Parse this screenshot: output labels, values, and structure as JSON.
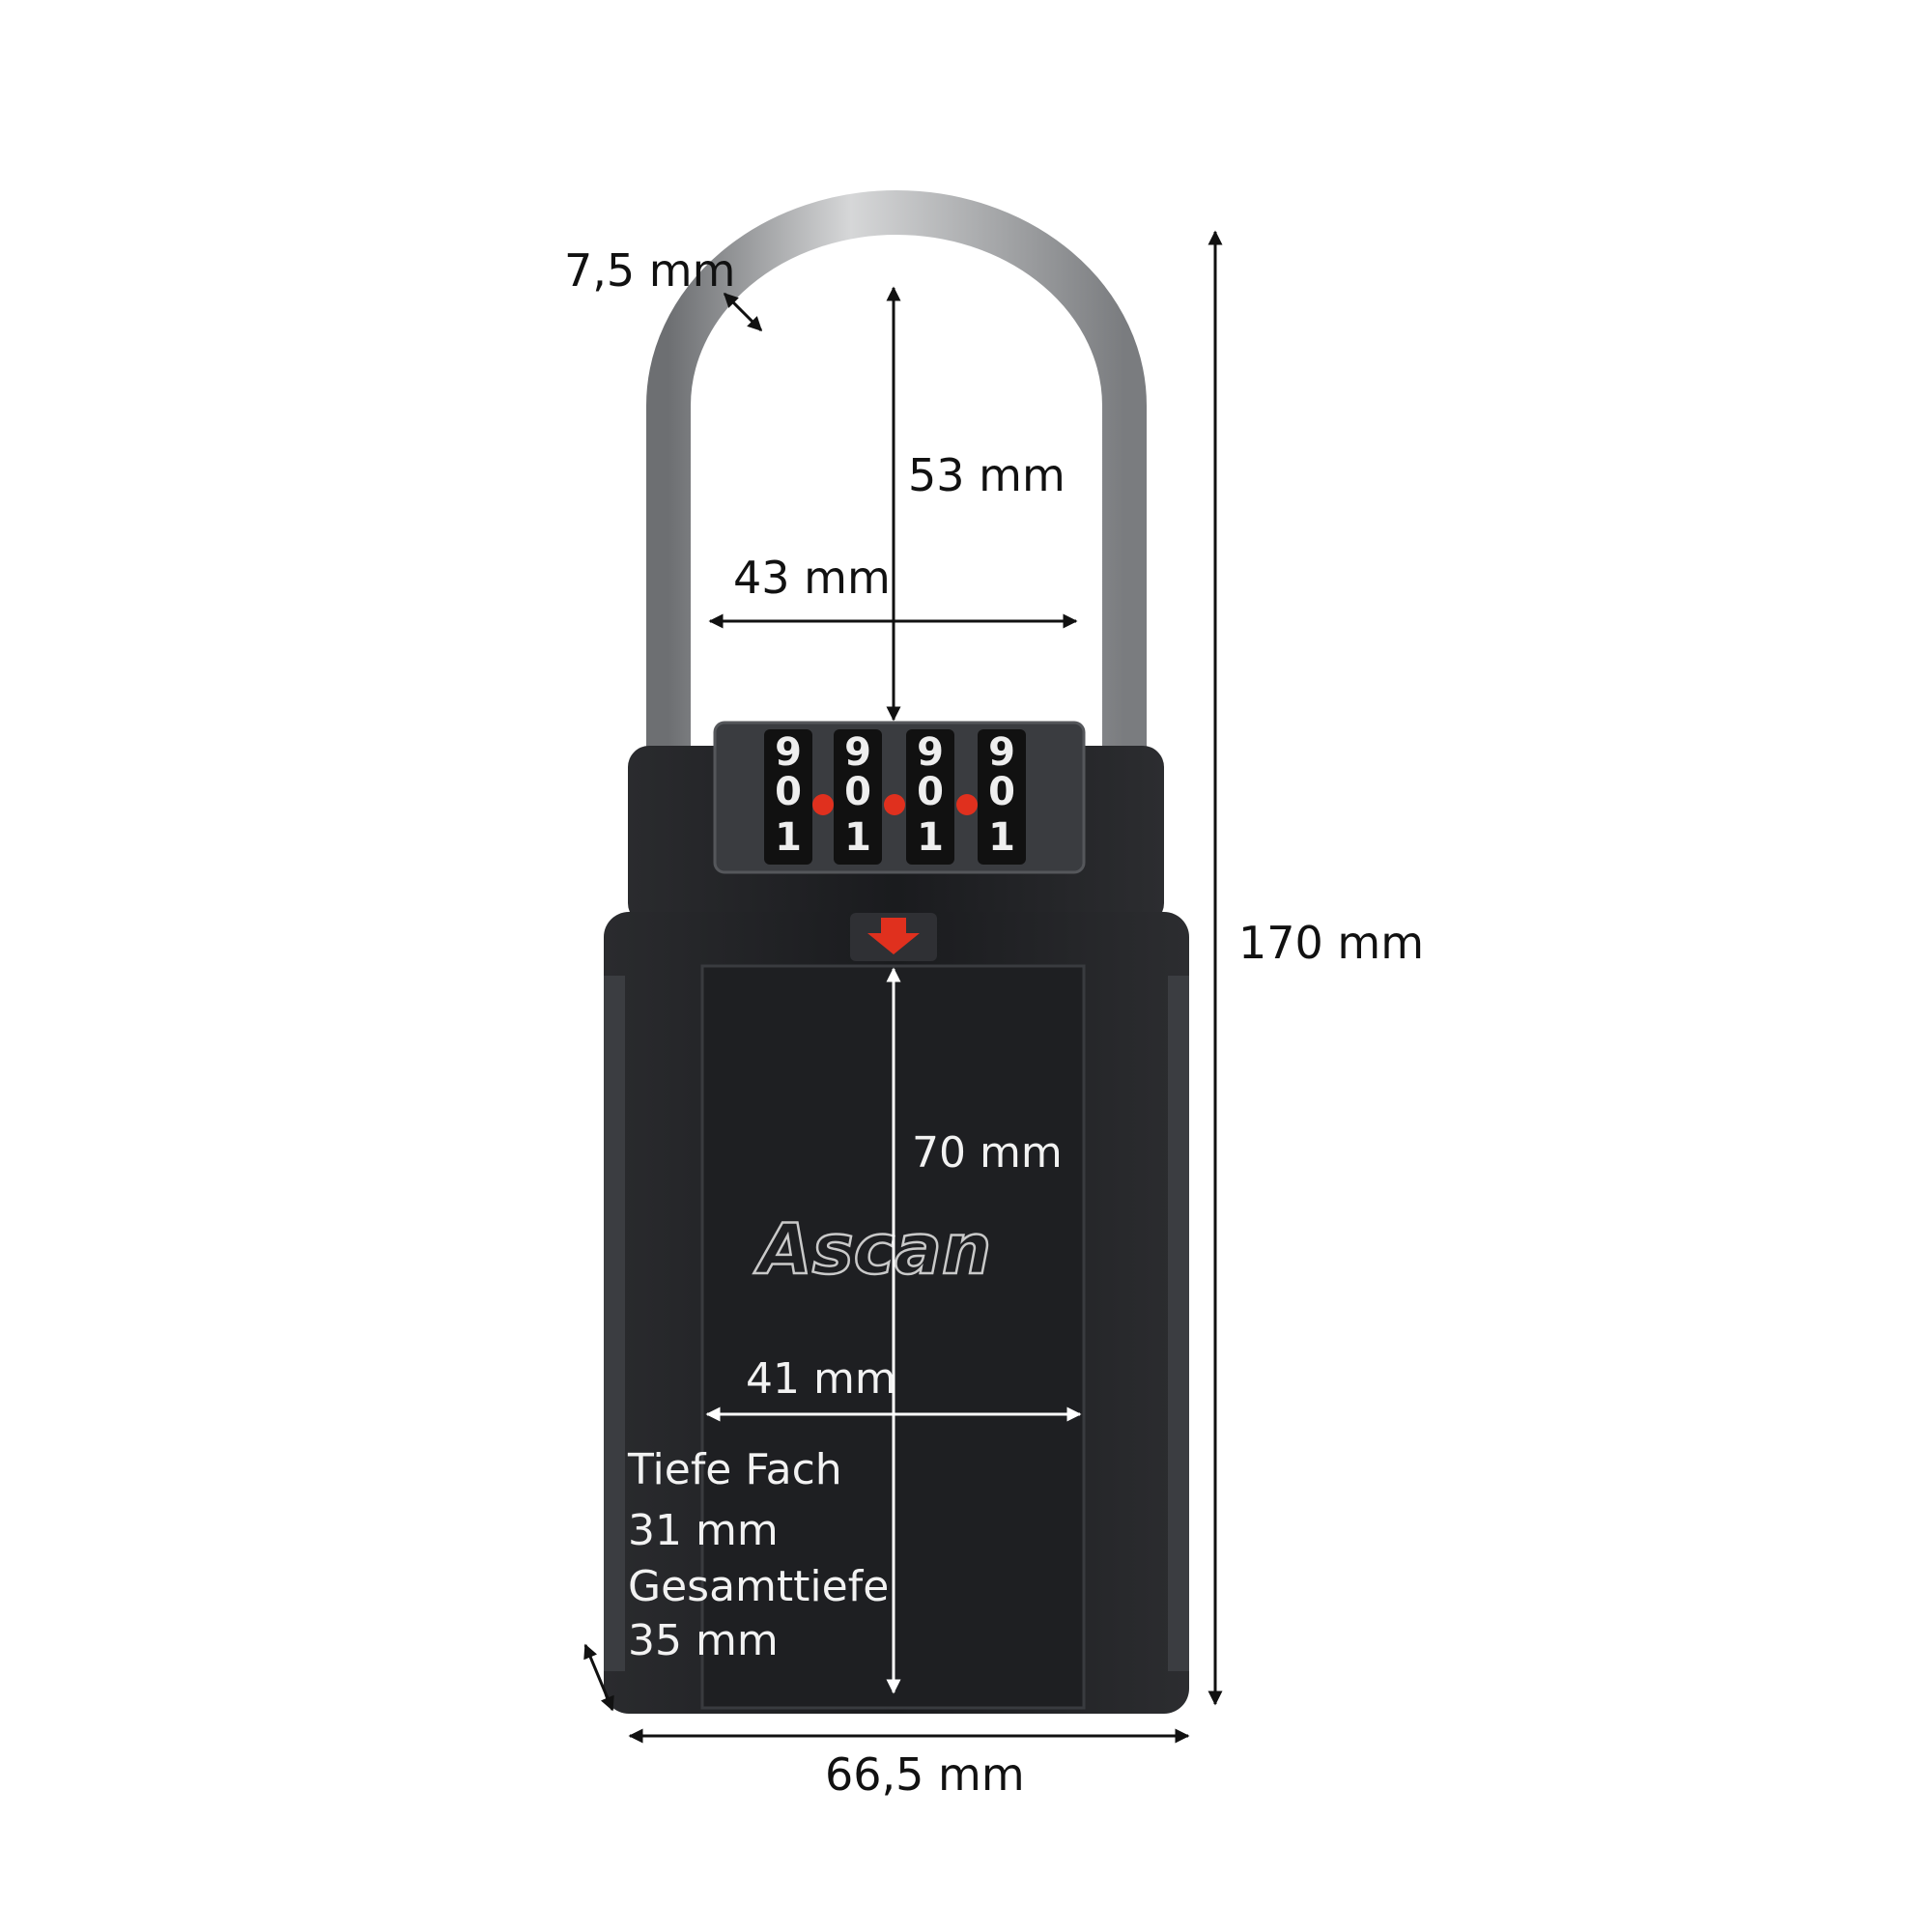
{
  "product": {
    "brand_logo": "Ascan",
    "dial_digits": [
      {
        "top": "9",
        "current": "0",
        "bottom": "1"
      },
      {
        "top": "9",
        "current": "0",
        "bottom": "1"
      },
      {
        "top": "9",
        "current": "0",
        "bottom": "1"
      },
      {
        "top": "9",
        "current": "0",
        "bottom": "1"
      }
    ],
    "colors": {
      "body": "#1c1d20",
      "shackle": "#a9abad",
      "accent": "#e0301e"
    }
  },
  "dimensions": {
    "shackle_thickness": "7,5 mm",
    "shackle_clearance_height": "53 mm",
    "shackle_inner_width": "43 mm",
    "total_height": "170 mm",
    "compartment_height": "70 mm",
    "compartment_width": "41 mm",
    "depth_compartment_label": "Tiefe Fach",
    "depth_compartment_value": "31 mm",
    "total_depth_label": "Gesamttiefe",
    "total_depth_value": "35 mm",
    "total_width": "66,5 mm"
  }
}
